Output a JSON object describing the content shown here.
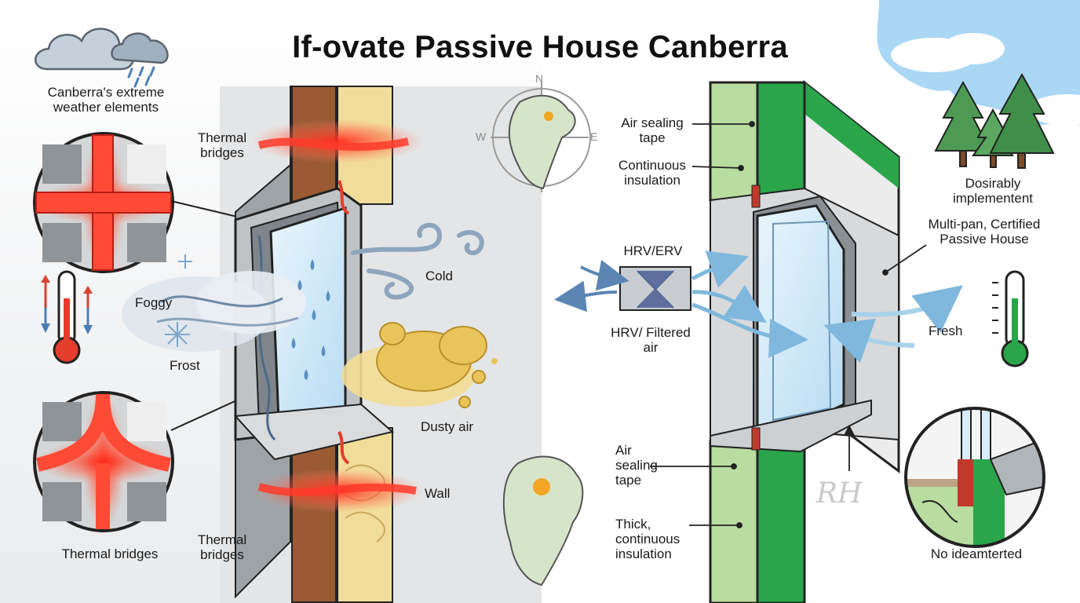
{
  "title": "If-ovate Passive House Canberra",
  "colors": {
    "thermal_red": "#e8322b",
    "insulation_green": "#2aa54a",
    "light_green": "#b9dca0",
    "glass_blue": "#cfe6f6",
    "dust_yellow": "#e9c45a",
    "wall_grey": "#cfcfcf",
    "sky_blue": "#a9d7f4"
  },
  "left_panel": {
    "weather_caption": "Canberra's extreme weather elements",
    "thermal_bridges_top": "Thermal bridges",
    "foggy": "Foggy",
    "frost": "Frost",
    "cold": "Cold",
    "dusty_air": "Dusty air",
    "wall": "Wall",
    "thermal_bridges_bottom": "Thermal bridges",
    "thermal_bridges_circle": "Thermal bridges"
  },
  "compass": {
    "north": "N",
    "west": "W",
    "east": "E"
  },
  "right_panel": {
    "air_sealing_top": "Air sealing tape",
    "continuous_insulation": "Continuous insulation",
    "hrv_erv": "HRV/ERV",
    "hrv_filtered": "HRV/ Filtered air",
    "air_sealing_bottom": "Air sealing tape",
    "thick_insulation": "Thick, continuous insulation",
    "dosirably": "Dosirably implementent",
    "multipan": "Multi-pan, Certified Passive House",
    "fresh": "Fresh",
    "no_ideamterted": "No ideamterted",
    "watermark": "RH"
  },
  "icons": [
    "cloud-rain-icon",
    "thermometer-hot-icon",
    "thermometer-green-icon",
    "pine-trees-icon",
    "snowflake-icon",
    "compass-icon",
    "hrv-unit-icon"
  ]
}
